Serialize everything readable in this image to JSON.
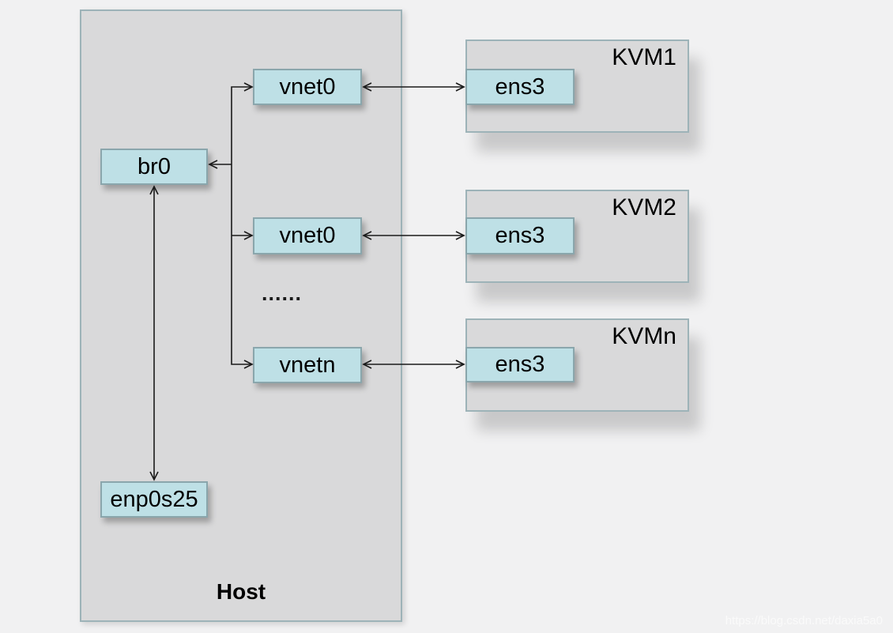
{
  "colors": {
    "page_bg": "#f1f1f2",
    "container_fill": "#d9d9da",
    "container_border": "#9db3b8",
    "node_fill": "#bee0e6",
    "node_border": "#8aa6ac",
    "arrow": "#1a1a1a",
    "label_text": "#000000",
    "watermark_text": "#fafafa"
  },
  "host": {
    "label": "Host",
    "bridge": "br0",
    "nic": "enp0s25",
    "vnets": [
      "vnet0",
      "vnet0",
      "vnetn"
    ],
    "ellipsis": "......"
  },
  "vms": [
    {
      "name": "KVM1",
      "iface": "ens3"
    },
    {
      "name": "KVM2",
      "iface": "ens3"
    },
    {
      "name": "KVMn",
      "iface": "ens3"
    }
  ],
  "watermark": "https://blog.csdn.net/daxia5a0"
}
